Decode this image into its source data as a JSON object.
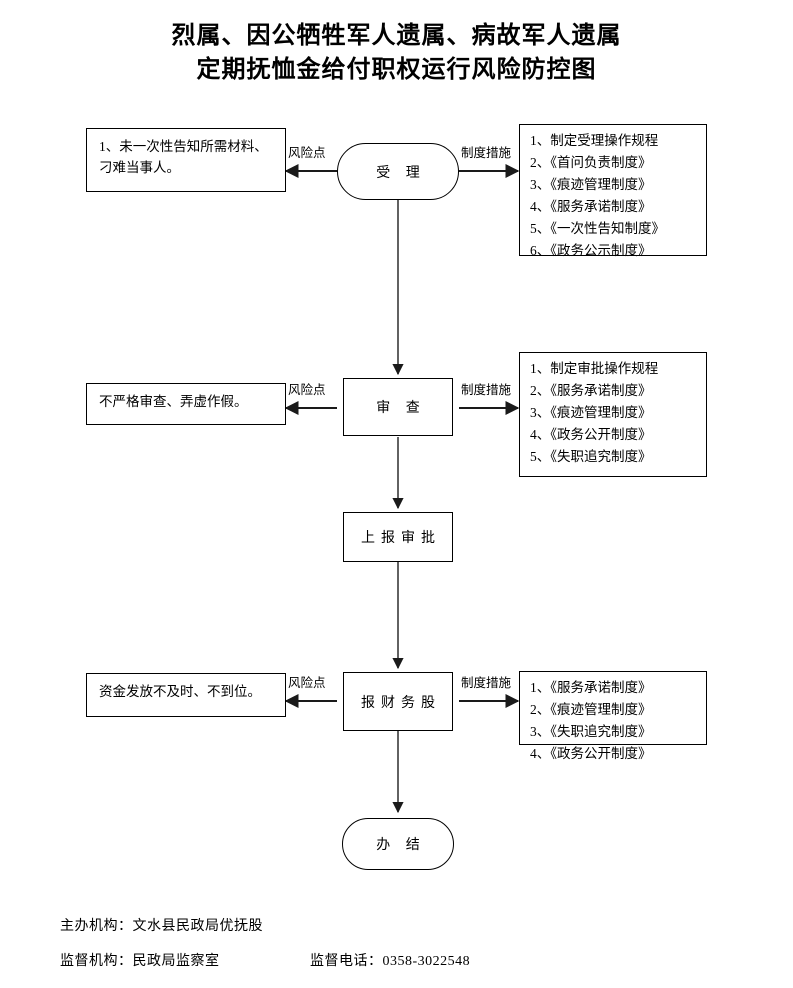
{
  "title": {
    "line1": "烈属、因公牺牲军人遗属、病故军人遗属",
    "line2": "定期抚恤金给付职权运行风险防控图"
  },
  "labels": {
    "risk_point": "风险点",
    "measures": "制度措施"
  },
  "steps": [
    {
      "id": "accept",
      "label": "受  理",
      "shape": "stadium"
    },
    {
      "id": "review",
      "label": "审  查",
      "shape": "rect"
    },
    {
      "id": "report",
      "label": "上报审批",
      "shape": "rect"
    },
    {
      "id": "finance",
      "label": "报财务股",
      "shape": "rect"
    },
    {
      "id": "done",
      "label": "办  结",
      "shape": "stadium"
    }
  ],
  "risks": [
    {
      "for": "accept",
      "lines": [
        "1、未一次性告知所需材料、",
        "刁难当事人。"
      ]
    },
    {
      "for": "review",
      "lines": [
        "不严格审查、弄虚作假。"
      ]
    },
    {
      "for": "finance",
      "lines": [
        "资金发放不及时、不到位。"
      ]
    }
  ],
  "measures": [
    {
      "for": "accept",
      "items": [
        "1、制定受理操作规程",
        "2、《首问负责制度》",
        "3、《痕迹管理制度》",
        "4、《服务承诺制度》",
        "5、《一次性告知制度》",
        "6、《政务公示制度》"
      ]
    },
    {
      "for": "review",
      "items": [
        "1、制定审批操作规程",
        "2、《服务承诺制度》",
        "3、《痕迹管理制度》",
        "4、《政务公开制度》",
        "5、《失职追究制度》"
      ]
    },
    {
      "for": "finance",
      "items": [
        "1、《服务承诺制度》",
        "2、《痕迹管理制度》",
        "3、《失职追究制度》",
        "4、《政务公开制度》"
      ]
    }
  ],
  "footer": {
    "line1": "主办机构：文水县民政局优抚股",
    "line2_left": "监督机构：民政局监察室",
    "line2_right": "监督电话：0358-3022548"
  },
  "colors": {
    "stroke": "#000000",
    "arrow": "#1a1a1a",
    "background": "#ffffff"
  }
}
